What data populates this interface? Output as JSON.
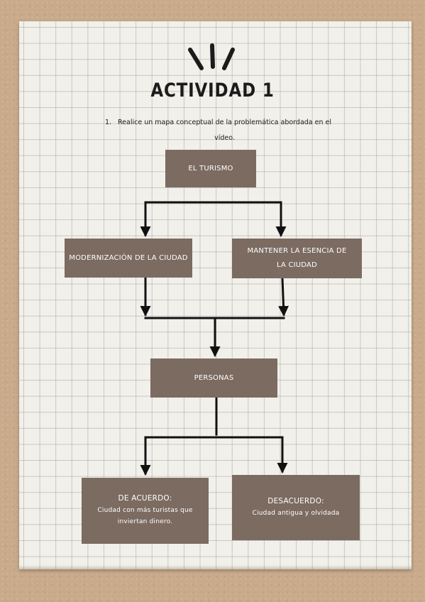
{
  "heading": {
    "title": "ACTIVIDAD 1",
    "instruction_number": "1.",
    "instruction_text": "Realice un mapa conceptual de la problemática abordada en el vídeo."
  },
  "concept_map": {
    "root": "EL TURISMO",
    "branches": [
      "MODERNIZACIÓN DE LA CIUDAD",
      "MANTENER LA ESENCIA DE LA CIUDAD"
    ],
    "middle": "PERSONAS",
    "outcomes": [
      {
        "label": "DE ACUERDO:",
        "detail": "Ciudad con más turistas que inviertan dinero."
      },
      {
        "label": "DESACUERDO:",
        "detail": "Ciudad antigua y olvidada"
      }
    ]
  },
  "colors": {
    "box_fill": "#7b6b61",
    "paper": "#f1f0ea",
    "background": "#c9ab8c",
    "ink": "#1b1b1b"
  }
}
